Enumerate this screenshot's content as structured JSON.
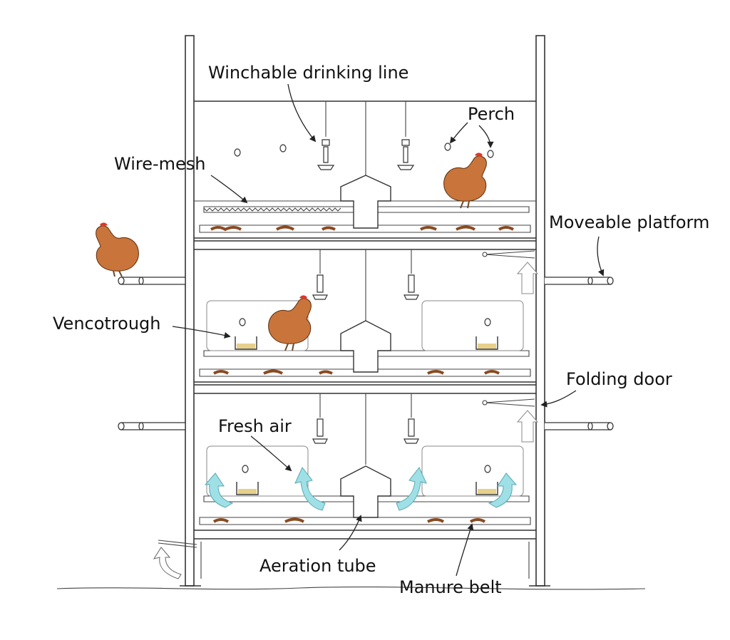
{
  "labels": {
    "drinking_line": "Winchable drinking line",
    "perch": "Perch",
    "wire_mesh": "Wire-mesh",
    "platform": "Moveable platform",
    "trough": "Vencotrough",
    "door": "Folding door",
    "fresh_air": "Fresh air",
    "aeration": "Aeration tube",
    "manure": "Manure belt"
  },
  "colors": {
    "hen_body": "#c9743a",
    "hen_comb": "#d63a2a",
    "manure": "#8a4a22",
    "airflow": "#9fe0e6",
    "feed": "#e8cf8a"
  }
}
